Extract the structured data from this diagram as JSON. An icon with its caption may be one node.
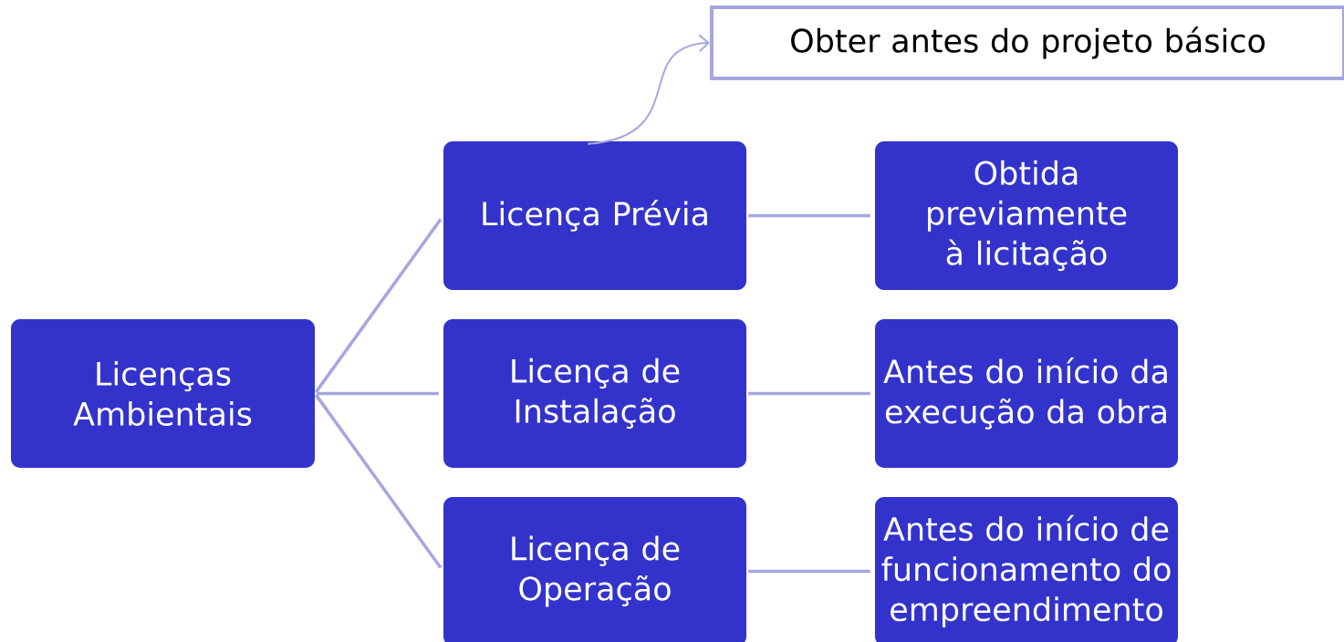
{
  "diagram": {
    "nodes": [
      {
        "text": [
          "Licenças Ambientais"
        ]
      },
      {
        "text": [
          "Licença Prévia"
        ]
      },
      {
        "text": [
          "Licença de Instalação"
        ]
      },
      {
        "text": [
          "Licença de Operação"
        ]
      },
      {
        "text": [
          "Obtida previamente à licitação"
        ]
      },
      {
        "text": [
          "Antes do início da execução da obra"
        ]
      },
      {
        "text": [
          "Antes do início de funcionamento do empreendimento"
        ]
      },
      {
        "text": [
          "Obter antes do projeto básico"
        ]
      }
    ],
    "edges": [
      {
        "from": 0,
        "to": 1,
        "arrow": "none"
      },
      {
        "from": 0,
        "to": 2,
        "arrow": "none"
      },
      {
        "from": 0,
        "to": 3,
        "arrow": "none"
      },
      {
        "from": 1,
        "to": 4,
        "arrow": "none"
      },
      {
        "from": 2,
        "to": 5,
        "arrow": "none"
      },
      {
        "from": 3,
        "to": 6,
        "arrow": "none"
      },
      {
        "from": 1,
        "to": 7,
        "arrow": "to"
      }
    ]
  }
}
